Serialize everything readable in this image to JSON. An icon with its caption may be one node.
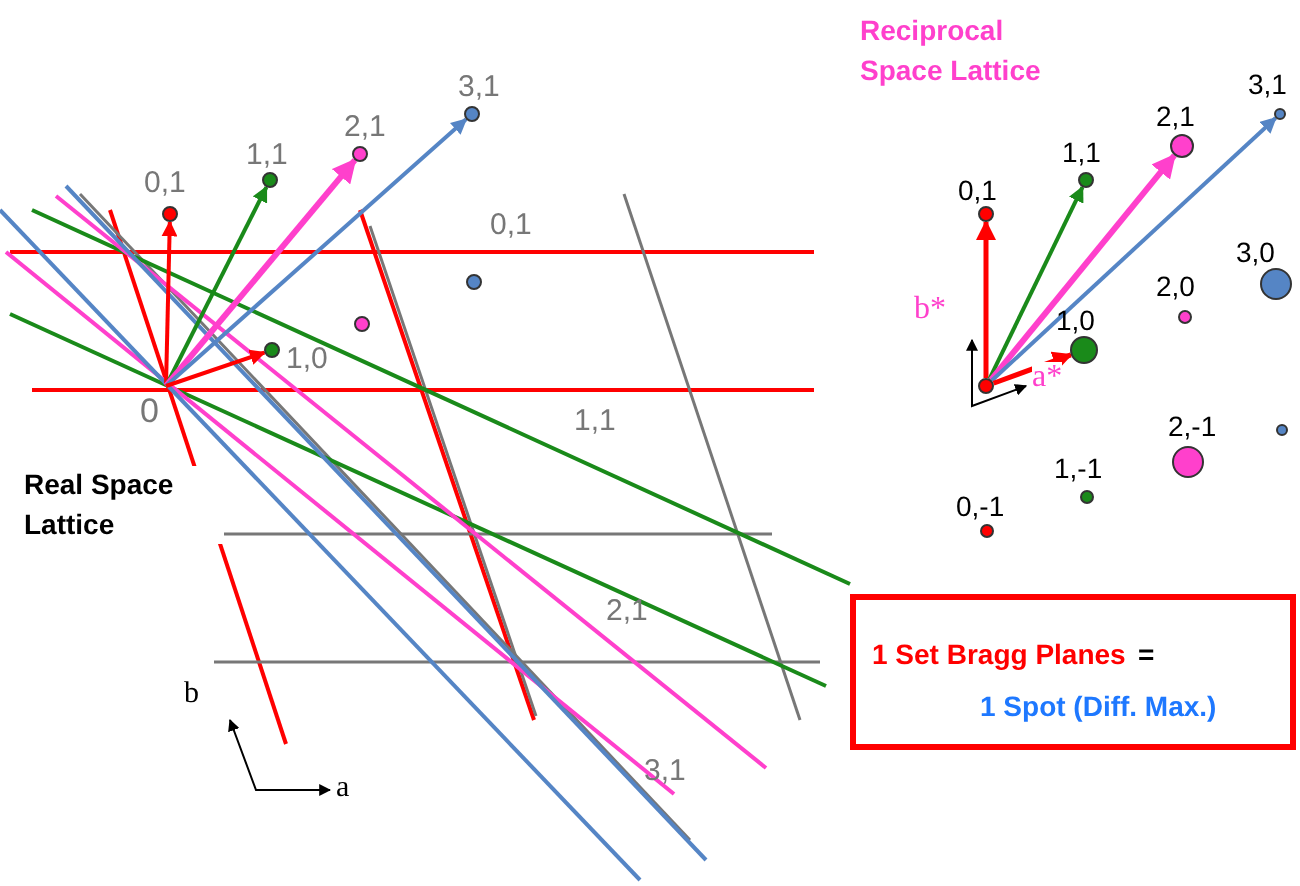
{
  "diagram": {
    "nodes": [
      {
        "text": [
          "0"
        ]
      },
      {
        "text": [],
        "shape": "circle",
        "beside": [
          "0,1"
        ]
      },
      {
        "text": [],
        "shape": "circle",
        "beside": [
          "1,1"
        ]
      },
      {
        "text": [],
        "shape": "circle",
        "beside": [
          "2,1"
        ]
      },
      {
        "text": [],
        "shape": "circle",
        "beside": [
          "3,1"
        ]
      },
      {
        "text": [],
        "shape": "circle",
        "beside": [
          "1,0"
        ]
      },
      {
        "text": [],
        "shape": "circle"
      },
      {
        "text": [],
        "shape": "circle"
      },
      {
        "text": [],
        "shape": "circle"
      },
      {
        "text": [],
        "shape": "circle",
        "beside": [
          "0,1"
        ]
      },
      {
        "text": [],
        "shape": "circle",
        "beside": [
          "1,1"
        ]
      },
      {
        "text": [],
        "shape": "circle",
        "beside": [
          "2,1"
        ]
      },
      {
        "text": [],
        "shape": "circle",
        "beside": [
          "3,1"
        ]
      },
      {
        "text": [],
        "shape": "circle",
        "beside": [
          "1,0"
        ]
      },
      {
        "text": [],
        "shape": "circle",
        "beside": [
          "2,0"
        ]
      },
      {
        "text": [],
        "shape": "circle",
        "beside": [
          "3,0"
        ]
      },
      {
        "text": [],
        "shape": "circle"
      },
      {
        "text": [],
        "shape": "circle",
        "beside": [
          "2,-1"
        ]
      },
      {
        "text": [],
        "shape": "circle",
        "beside": [
          "1,-1"
        ]
      },
      {
        "text": [],
        "shape": "circle",
        "beside": [
          "0,-1"
        ]
      },
      {
        "text": [
          "1 Set Bragg Planes",
          "=",
          "1 Spot (Diff. Max.)"
        ]
      }
    ],
    "edges": [
      {
        "from": 0,
        "to": 1,
        "arrow": "to",
        "color": "#ff0000"
      },
      {
        "from": 0,
        "to": 2,
        "arrow": "to",
        "color": "#1a8a1a"
      },
      {
        "from": 0,
        "to": 3,
        "arrow": "to",
        "color": "#ff40cc"
      },
      {
        "from": 0,
        "to": 4,
        "arrow": "to",
        "color": "#5585c5"
      },
      {
        "from": 0,
        "to": 5,
        "arrow": "to",
        "color": "#ff0000"
      },
      {
        "from": 8,
        "to": 9,
        "arrow": "to",
        "color": "#ff0000",
        "label": "b*"
      },
      {
        "from": 8,
        "to": 10,
        "arrow": "to",
        "color": "#1a8a1a"
      },
      {
        "from": 8,
        "to": 11,
        "arrow": "to",
        "color": "#ff40cc"
      },
      {
        "from": 8,
        "to": 12,
        "arrow": "to",
        "color": "#5585c5"
      },
      {
        "from": 8,
        "to": 13,
        "arrow": "to",
        "color": "#ff0000",
        "label": "a*"
      }
    ],
    "labels": [
      "Reciprocal Space Lattice",
      "0,1",
      "1,1",
      "Real Space Lattice",
      "2,1",
      "b",
      "3,1",
      "a"
    ]
  }
}
